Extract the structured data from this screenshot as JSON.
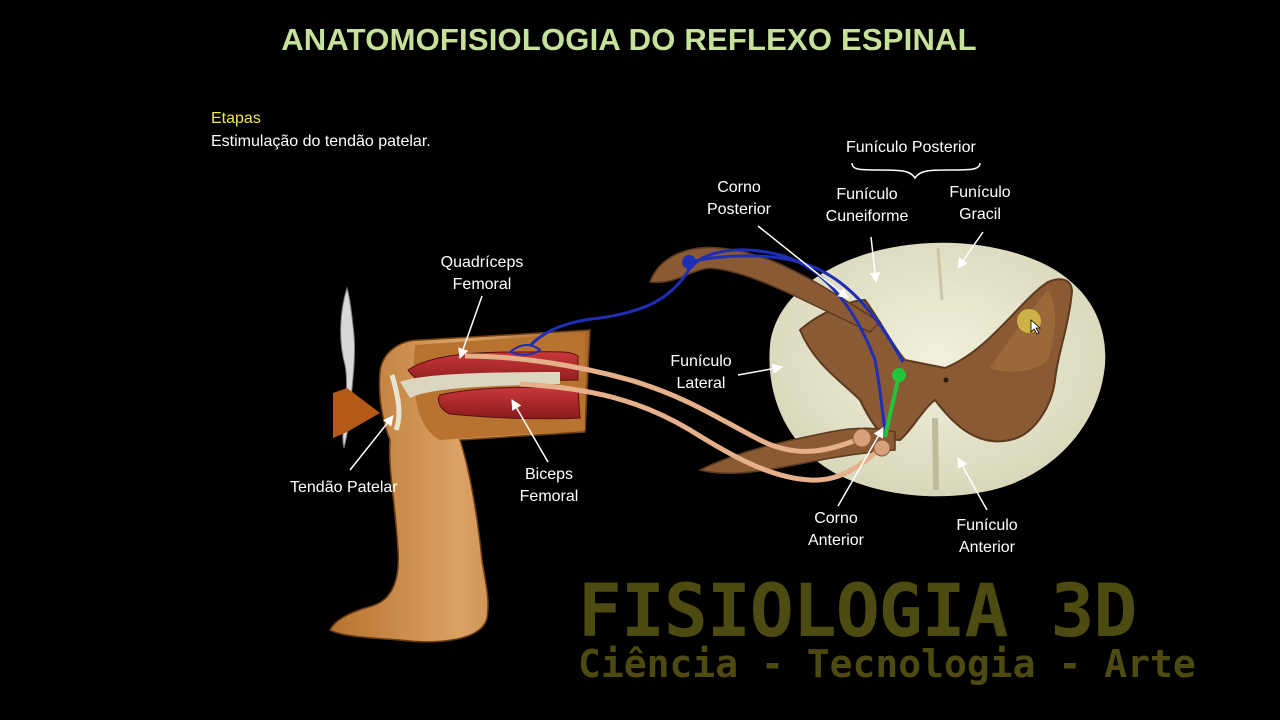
{
  "title": "ANATOMOFISIOLOGIA DO REFLEXO ESPINAL",
  "steps": {
    "heading": "Etapas",
    "text": "Estimulação do tendão patelar."
  },
  "labels": {
    "funiculo_posterior": "Funículo Posterior",
    "corno_posterior": [
      "Corno",
      "Posterior"
    ],
    "funiculo_cuneiforme": [
      "Funículo",
      "Cuneiforme"
    ],
    "funiculo_gracil": [
      "Funículo",
      "Gracil"
    ],
    "quadriceps_femoral": [
      "Quadríceps",
      "Femoral"
    ],
    "funiculo_lateral": [
      "Funículo",
      "Lateral"
    ],
    "tendao_patelar": "Tendão Patelar",
    "biceps_femoral": [
      "Biceps",
      "Femoral"
    ],
    "corno_anterior": [
      "Corno",
      "Anterior"
    ],
    "funiculo_anterior": [
      "Funículo",
      "Anterior"
    ]
  },
  "watermark": {
    "line1": "FISIOLOGIA 3D",
    "line2": "Ciência - Tecnologia - Arte"
  },
  "colors": {
    "title": "#c6e29a",
    "steps_heading": "#f2e64a",
    "sensory_neuron": "#1f2fb5",
    "motor_neuron": "#e6b08a",
    "interneuron": "#22c43a",
    "gray_matter": "#8a5a34",
    "white_matter": "#e7e6cf",
    "muscle": "#b3262a",
    "watermark": "#4d4a12"
  },
  "icons": [
    "reflex-hammer-icon",
    "mouse-cursor-icon"
  ]
}
